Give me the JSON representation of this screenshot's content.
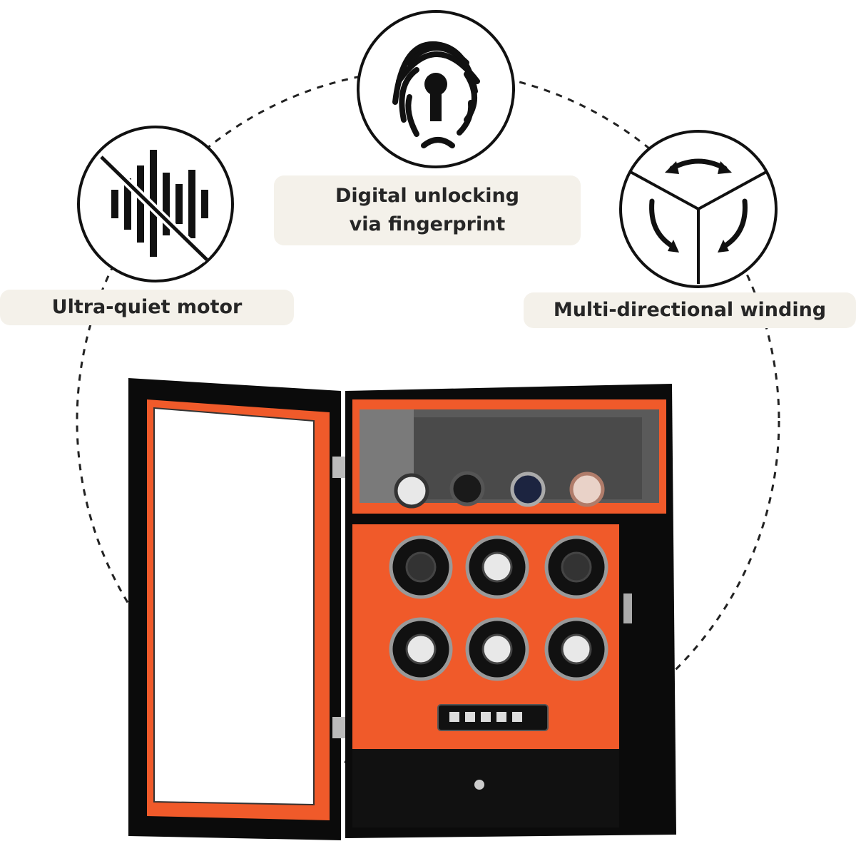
{
  "features": [
    {
      "id": "quiet",
      "label": "Ultra-quiet motor",
      "icon": "muted-soundwave-icon"
    },
    {
      "id": "fingerprint",
      "label": "Digital unlocking via fingerprint",
      "icon": "fingerprint-keyhole-icon"
    },
    {
      "id": "winding",
      "label": "Multi-directional winding",
      "icon": "rotation-arrows-icon"
    }
  ],
  "product": {
    "name": "watch winder cabinet",
    "top_watches": 4,
    "winder_rows": 2,
    "winder_columns": 3
  },
  "colors": {
    "accent": "#f05a2a",
    "cabinet": "#0b0b0b",
    "label_bg": "#f4f1ea",
    "text": "#262626"
  }
}
